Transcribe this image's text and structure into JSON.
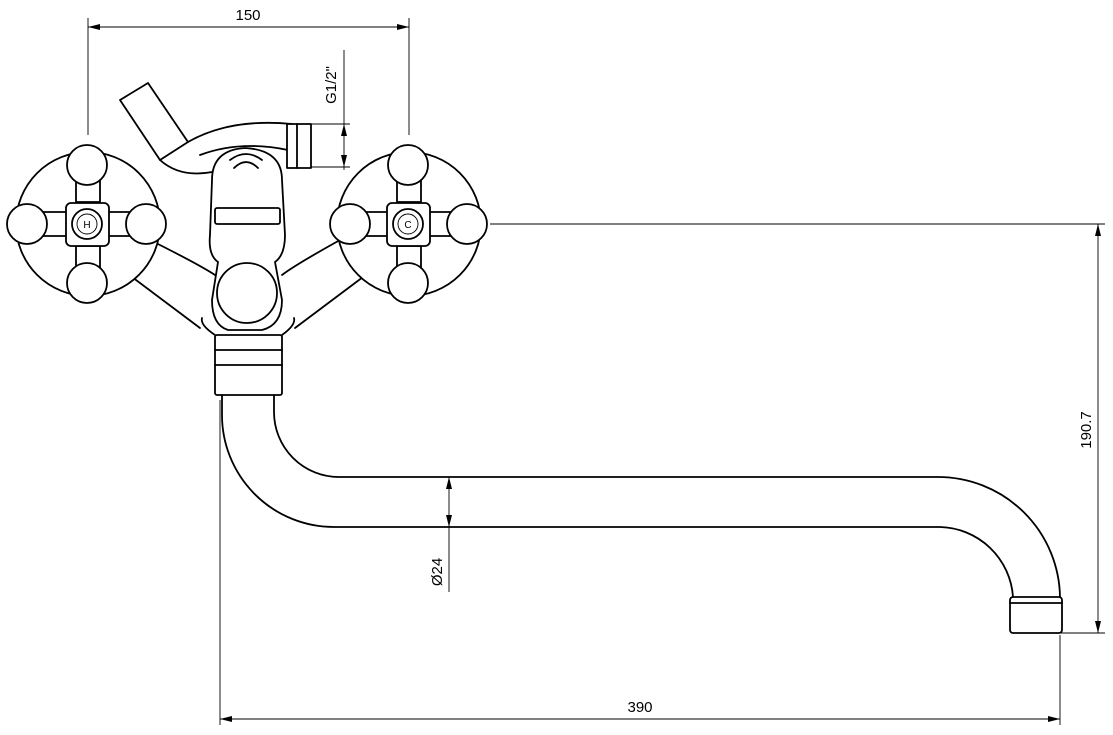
{
  "dimensions": {
    "width_label": "150",
    "thread_label": "G1/2\"",
    "height_label": "190.7",
    "diameter_label": "Ø24",
    "length_label": "390"
  },
  "handles": {
    "hot_label": "H",
    "cold_label": "C"
  }
}
